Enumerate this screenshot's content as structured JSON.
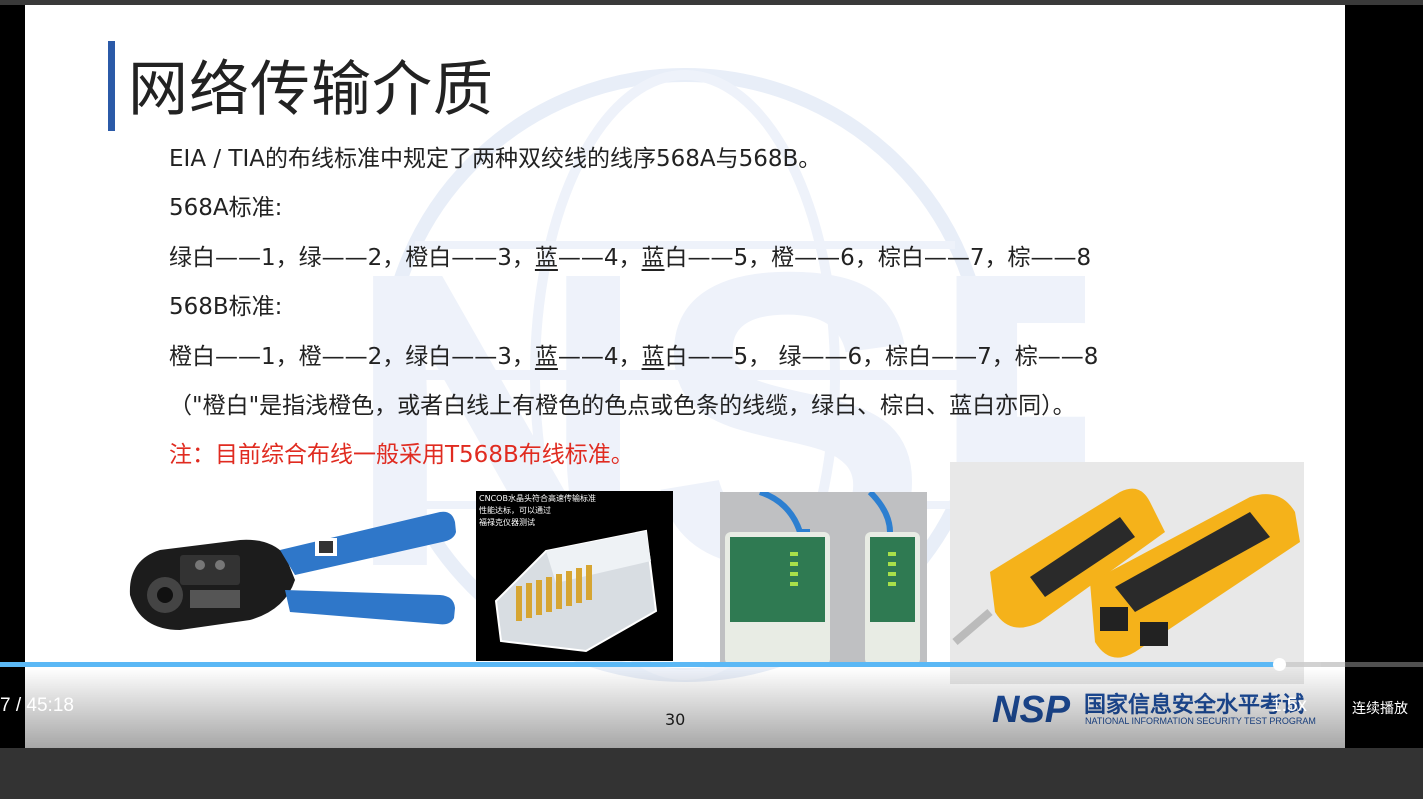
{
  "slide": {
    "title": "网络传输介质",
    "line1": "EIA / TIA的布线标准中规定了两种双绞线的线序568A与568B。",
    "a_head": "568A标准:",
    "a_seq": {
      "p1": "绿白——1，绿——2，橙白——3，",
      "u1": "蓝",
      "p2": "——4，",
      "u2": "蓝",
      "p3": "白——5，橙——6，棕白——7，棕——8"
    },
    "b_head": "568B标准:",
    "b_seq": {
      "p1": "橙白——1，橙——2，绿白——3，",
      "u1": "蓝",
      "p2": "——4，",
      "u2": "蓝",
      "p3": "白——5， 绿——6，棕白——7，棕——8"
    },
    "paren": "（\"橙白\"是指浅橙色，或者白线上有橙色的色点或色条的线缆，绿白、棕白、蓝白亦同）。",
    "note": "注：目前综合布线一般采用T568B布线标准。",
    "page_number": "30",
    "rj45_caption": "CNCOB水晶头符合高速传输标准\n性能达标，可以通过\n福禄克仪器测试",
    "logo_mark": "NSP",
    "logo_cn": "国家信息安全水平考试",
    "logo_en": "NATIONAL INFORMATION SECURITY TEST PROGRAM"
  },
  "player": {
    "time_current": "7",
    "time_sep": " / ",
    "time_total": "45:18",
    "progress": 0.899,
    "buffered": 0.928,
    "speed": "1.5x",
    "continuous": "连续播放"
  },
  "colors": {
    "accent": "#5bb8f5",
    "note_red": "#e02b20",
    "title_bar": "#2b5aa8"
  }
}
